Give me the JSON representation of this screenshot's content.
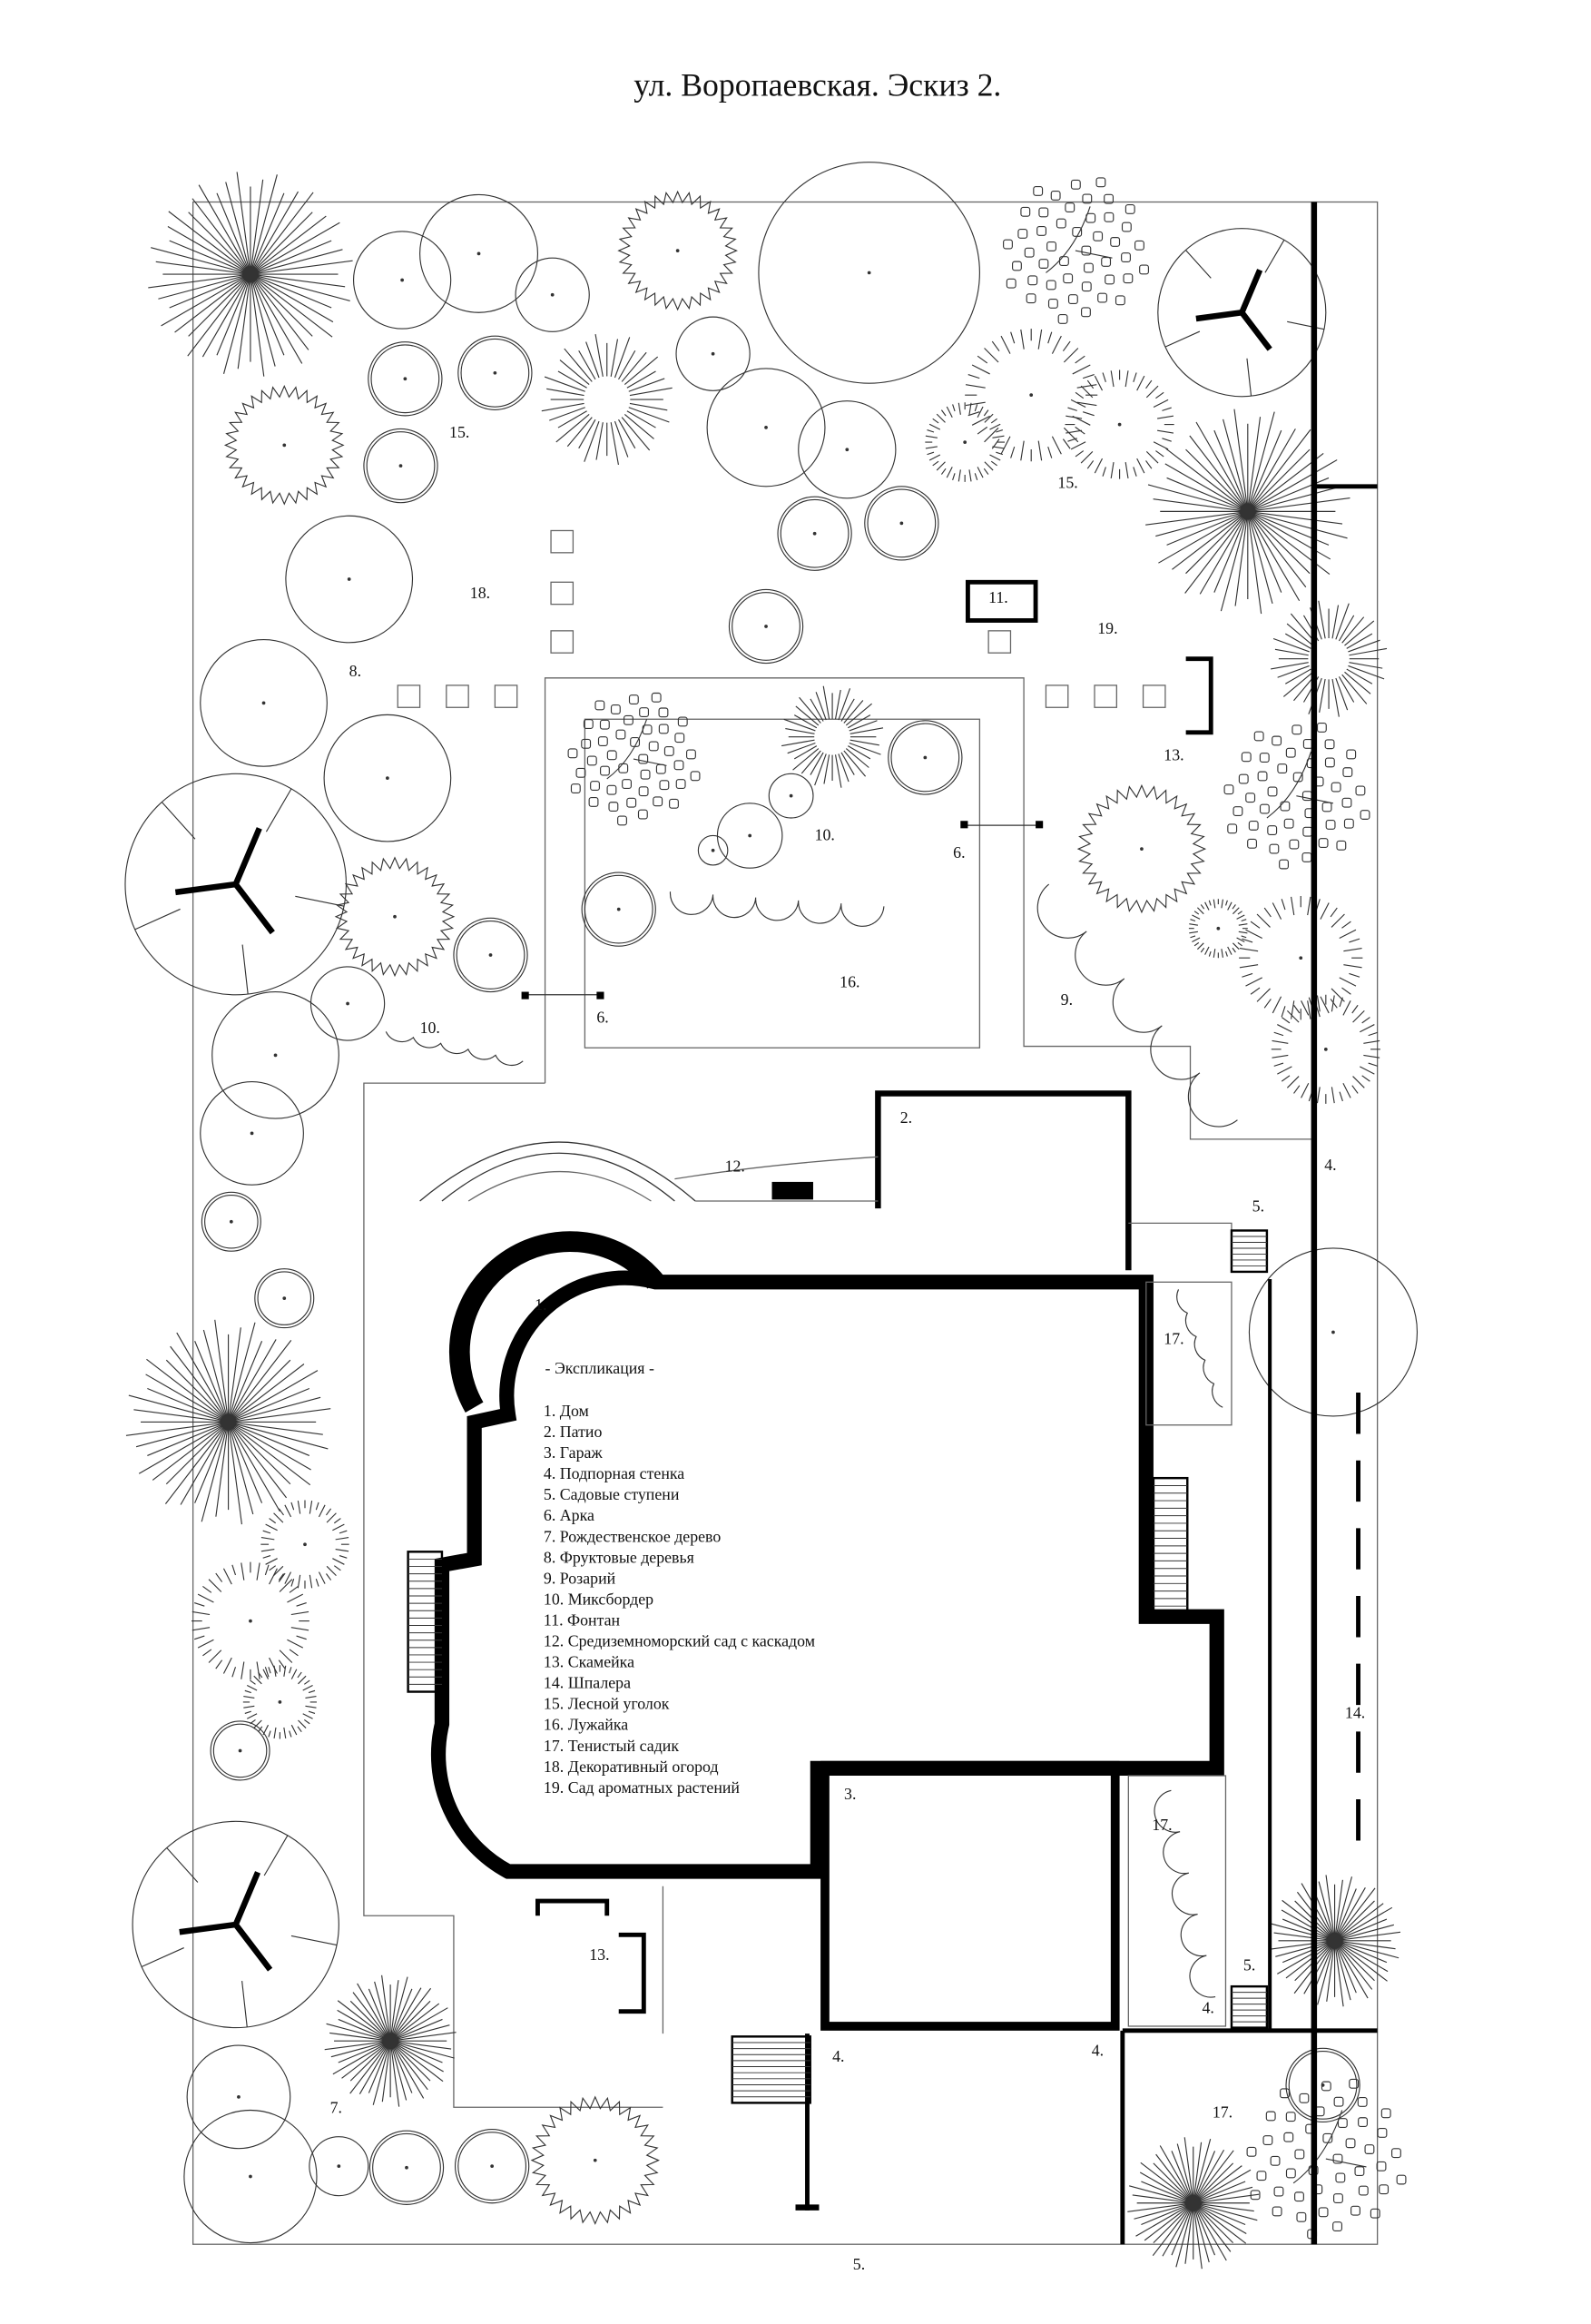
{
  "title": "ул. Воропаевская. Эскиз 2.",
  "legend": {
    "heading": "- Экспликация -",
    "items": [
      "1. Дом",
      "2. Патио",
      "3. Гараж",
      "4. Подпорная стенка",
      "5. Садовые ступени",
      "6. Арка",
      "7. Рождественское дерево",
      "8. Фруктовые деревья",
      "9. Розарий",
      "10. Миксбордер",
      "11. Фонтан",
      "12. Средиземноморский сад с каскадом",
      "13. Скамейка",
      "14. Шпалера",
      "15. Лесной уголок",
      "16. Лужайка",
      "17. Тенистый садик",
      "18. Декоративный огород",
      "19. Сад ароматных растений"
    ]
  },
  "plan_labels": [
    "15.",
    "15.",
    "18.",
    "11.",
    "19.",
    "8.",
    "13.",
    "10.",
    "6.",
    "6.",
    "10.",
    "16.",
    "9.",
    "2.",
    "12.",
    "4.",
    "5.",
    "1.",
    "17.",
    "14.",
    "3.",
    "17.",
    "13.",
    "5.",
    "4.",
    "4.",
    "4.",
    "7.",
    "17.",
    "5."
  ]
}
